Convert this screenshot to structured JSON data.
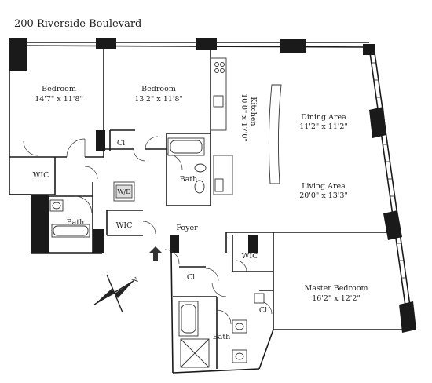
{
  "building_name": "200 Riverside Boulevard",
  "rooms": [
    {
      "id": "bedroom-1",
      "name": "Bedroom",
      "dimensions": "14'7\" x 11'8\""
    },
    {
      "id": "bedroom-2",
      "name": "Bedroom",
      "dimensions": "13'2\" x 11'8\""
    },
    {
      "id": "kitchen",
      "name": "Kitchen",
      "dimensions": "10'0\" x 17'0\""
    },
    {
      "id": "dining-area",
      "name": "Dining Area",
      "dimensions": "11'2\" x 11'2\""
    },
    {
      "id": "living-area",
      "name": "Living Area",
      "dimensions": "20'0\" x 13'3\""
    },
    {
      "id": "master-bedroom",
      "name": "Master Bedroom",
      "dimensions": "16'2\" x 12'2\""
    }
  ],
  "labels": {
    "wic": "WIC",
    "bath": "Bath",
    "closet": "Cl",
    "foyer": "Foyer",
    "wd": "W/D"
  },
  "compass": {
    "letter": "N"
  }
}
